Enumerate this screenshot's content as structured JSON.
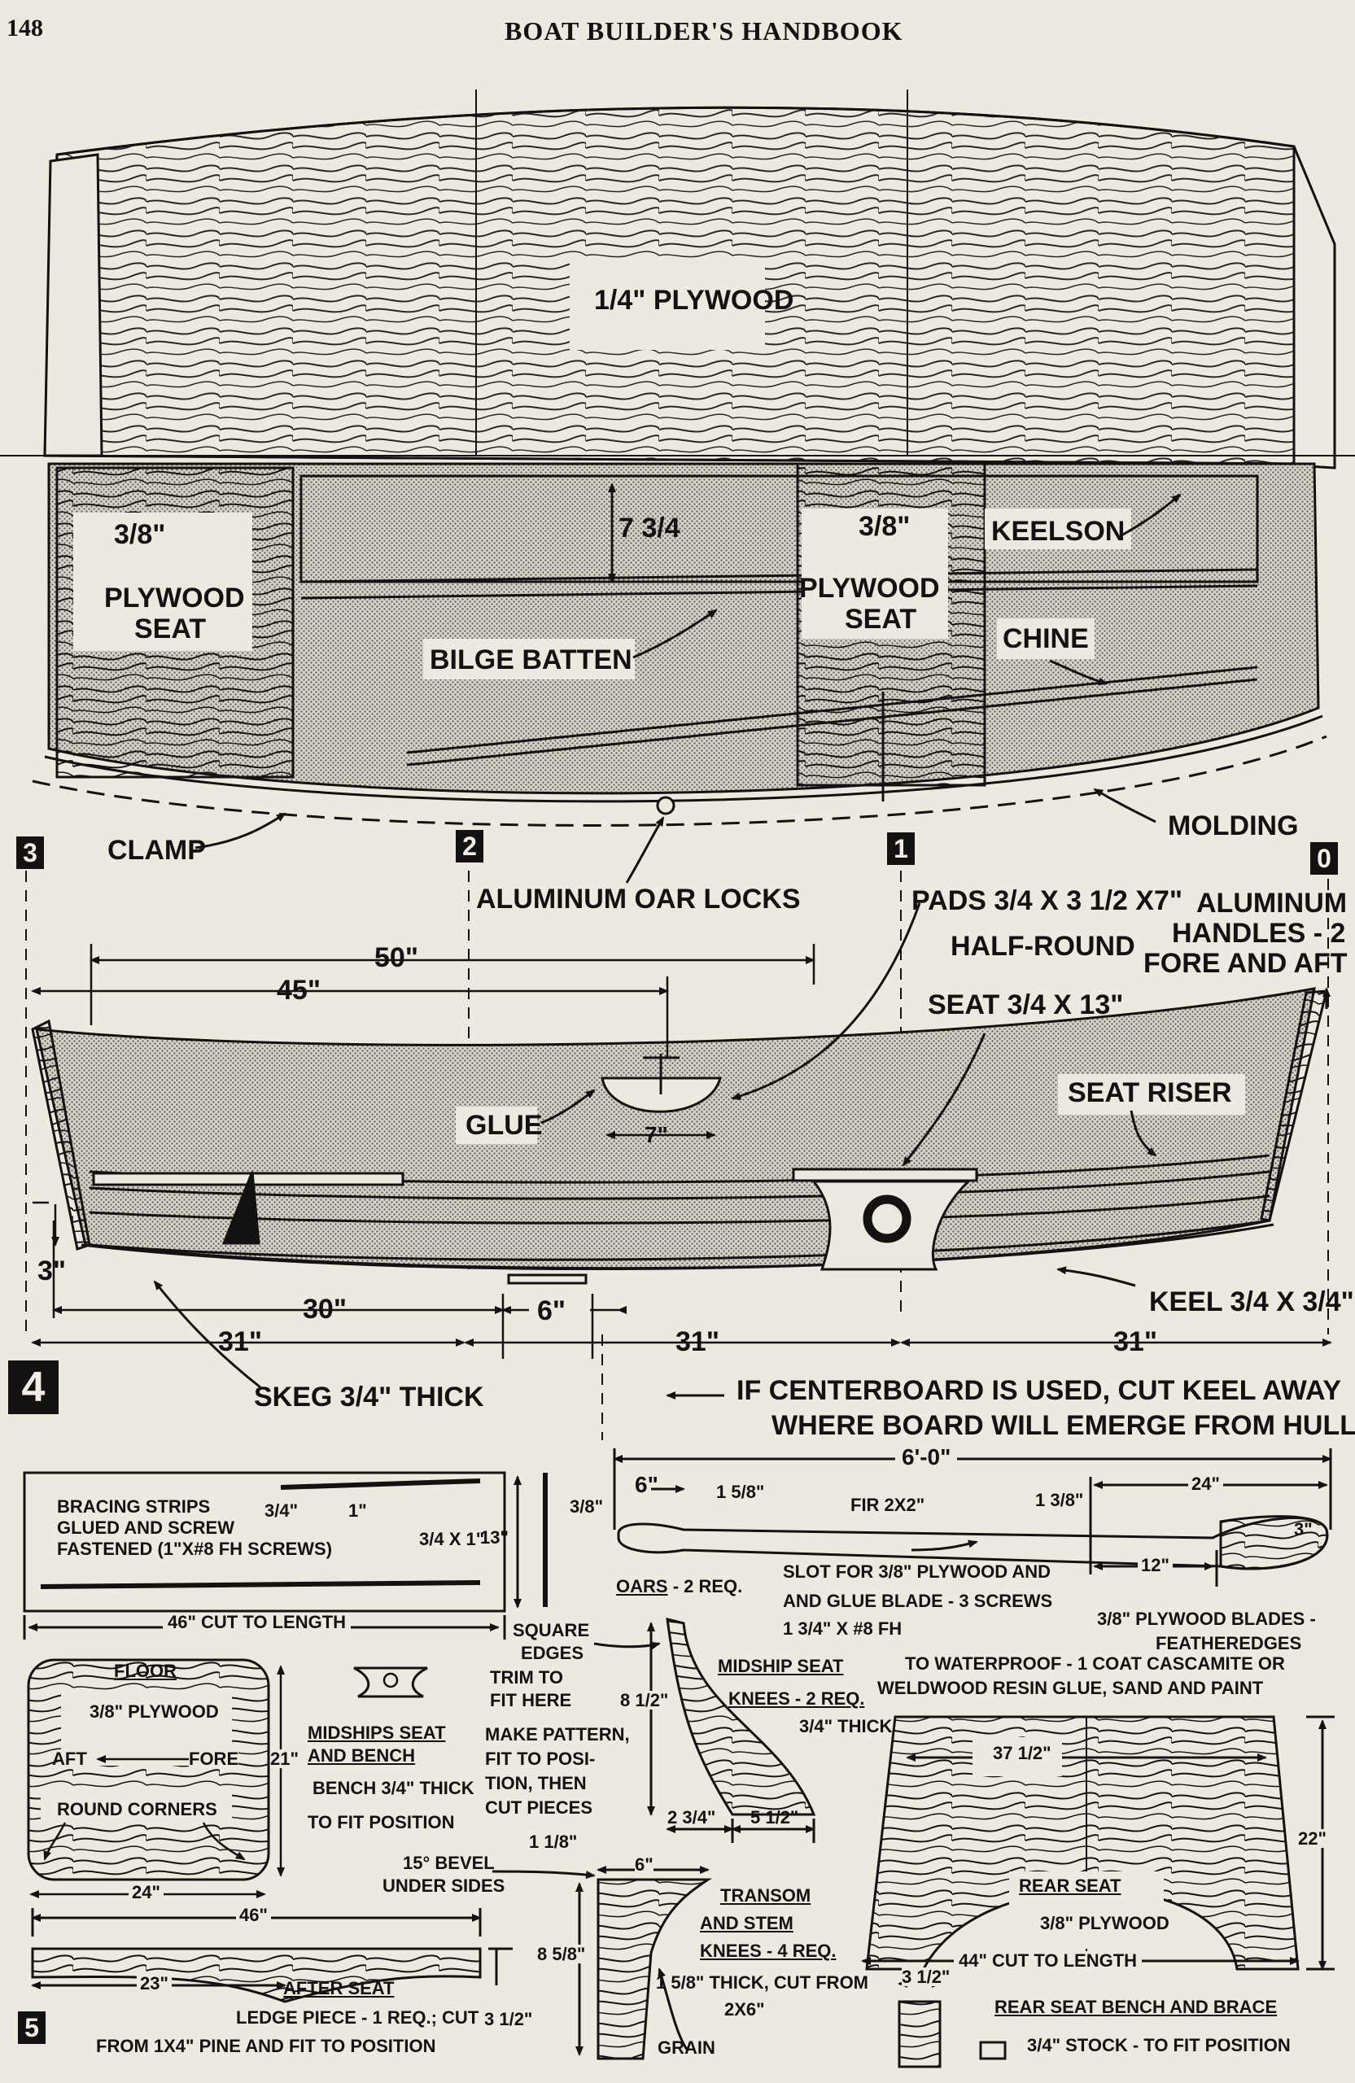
{
  "header": {
    "page_number": "148",
    "book_title": "BOAT BUILDER'S HANDBOOK"
  },
  "section_markers": [
    "3",
    "2",
    "1",
    "0",
    "4",
    "5"
  ],
  "figure_top": {
    "plywood_bottom": "1/4\" PLYWOOD",
    "plywood_seat_aft": [
      "3/8\"",
      "PLYWOOD",
      "SEAT"
    ],
    "plywood_seat_mid": [
      "3/8\"",
      "PLYWOOD",
      "SEAT"
    ],
    "dim_7_3_4": "7 3/4",
    "keelson": "KEELSON",
    "chine": "CHINE",
    "bilge_batten": "BILGE BATTEN",
    "clamp": "CLAMP",
    "molding": "MOLDING",
    "oar_locks": "ALUMINUM OAR LOCKS"
  },
  "figure_side": {
    "pads": "PADS 3/4 X 3 1/2 X7\"",
    "half_round": "HALF-ROUND",
    "handles": [
      "ALUMINUM",
      "HANDLES - 2",
      "FORE AND AFT"
    ],
    "seat": "SEAT 3/4 X 13\"",
    "seat_riser": "SEAT RISER",
    "glue": "GLUE",
    "dim_50": "50\"",
    "dim_45": "45\"",
    "dim_7": "7\"",
    "dim_3": "3\"",
    "dim_30": "30\"",
    "dim_6": "6\"",
    "dim_31": [
      "31\"",
      "31\"",
      "31\""
    ],
    "keel": "KEEL 3/4 X 3/4\"",
    "skeg": "SKEG 3/4\" THICK",
    "centerboard_note": [
      "IF CENTERBOARD IS USED, CUT KEEL AWAY",
      "WHERE BOARD WILL EMERGE FROM HULL"
    ]
  },
  "detail_bracing": {
    "note": [
      "BRACING STRIPS",
      "GLUED AND SCREW",
      "FASTENED (1\"X#8 FH SCREWS)"
    ],
    "dim_3_4": "3/4\"",
    "dim_1": "1\"",
    "dim_3_4_x_1": "3/4 X 1\"",
    "dim_13": "13\"",
    "dim_3_8": "3/8\"",
    "length": "46\" CUT TO LENGTH"
  },
  "detail_oars": {
    "overall": "6'-0\"",
    "dim_6": "6\"",
    "dim_1_5_8": "1 5/8\"",
    "fir": "FIR 2X2\"",
    "dim_1_3_8": "1 3/8\"",
    "dim_24": "24\"",
    "dim_3": "3\"",
    "dim_12": "12\"",
    "title": "OARS",
    "qty": "- 2 REQ.",
    "slot": [
      "SLOT FOR 3/8\" PLYWOOD AND",
      "AND GLUE BLADE - 3 SCREWS",
      "1 3/4\" X #8 FH"
    ],
    "blades": [
      "3/8\" PLYWOOD BLADES -",
      "FEATHEREDGES"
    ]
  },
  "waterproof_note": [
    "TO WATERPROOF - 1 COAT CASCAMITE OR",
    "WELDWOOD RESIN GLUE, SAND AND PAINT"
  ],
  "detail_floor": {
    "title": "FLOOR",
    "material": "3/8\" PLYWOOD",
    "aft": "AFT",
    "fore": "FORE",
    "round": "ROUND CORNERS",
    "dim_21": "21\"",
    "dim_24": "24\""
  },
  "detail_midship_bench": {
    "title": [
      "MIDSHIPS SEAT",
      "AND BENCH"
    ],
    "text": [
      "BENCH 3/4\" THICK",
      "TO FIT POSITION"
    ]
  },
  "detail_knees": {
    "square": [
      "SQUARE",
      "EDGES",
      "TRIM TO",
      "FIT HERE"
    ],
    "pattern": [
      "MAKE PATTERN,",
      "FIT TO POSI-",
      "TION, THEN",
      "CUT PIECES"
    ],
    "dim_8_1_2": "8 1/2\"",
    "title": [
      "MIDSHIP SEAT",
      "KNEES - 2 REQ."
    ],
    "thick": "3/4\" THICK",
    "dim_2_3_4": "2 3/4\"",
    "dim_5_1_2": "5 1/2\""
  },
  "detail_rear_seat": {
    "dim_37": "37 1/2\"",
    "dim_22": "22\"",
    "title": "REAR SEAT",
    "material": "3/8\" PLYWOOD",
    "length": "44\" CUT TO LENGTH"
  },
  "detail_after_seat": {
    "dim_46": "46\"",
    "dim_23": "23\"",
    "dim_3_1_2": "3 1/2\"",
    "title": "AFTER SEAT",
    "line1": "LEDGE PIECE - 1 REQ.; CUT",
    "line2": "FROM 1X4\" PINE AND FIT TO POSITION"
  },
  "detail_transom": {
    "bevel": [
      "15° BEVEL",
      "UNDER SIDES"
    ],
    "dim_1_1_8": "1 1/8\"",
    "dim_6": "6\"",
    "dim_8_5_8": "8 5/8\"",
    "title": [
      "TRANSOM",
      "AND STEM",
      "KNEES - 4 REQ."
    ],
    "thick": [
      "1 5/8\" THICK, CUT FROM",
      "2X6\""
    ],
    "grain": "GRAIN"
  },
  "detail_brace": {
    "dim": "3 1/2\"",
    "title": "REAR SEAT BENCH AND BRACE",
    "stock": "3/4\" STOCK - TO FIT POSITION"
  }
}
